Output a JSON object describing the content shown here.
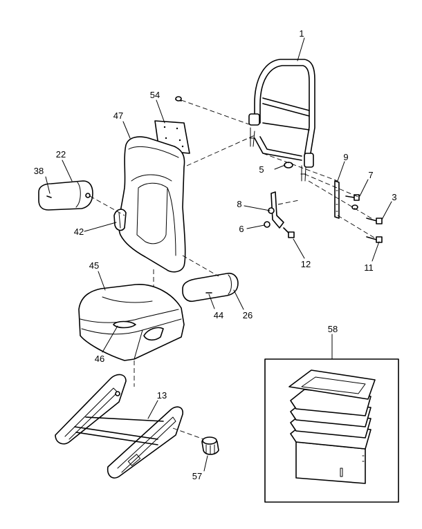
{
  "callouts": {
    "c1": "1",
    "c3": "3",
    "c5": "5",
    "c6": "6",
    "c7": "7",
    "c8": "8",
    "c9": "9",
    "c11": "11",
    "c12": "12",
    "c13": "13",
    "c22": "22",
    "c26": "26",
    "c38": "38",
    "c42": "42",
    "c44": "44",
    "c45": "45",
    "c46": "46",
    "c47": "47",
    "c54": "54",
    "c57": "57",
    "c58": "58"
  },
  "parts": [
    {
      "callout": "1",
      "part": "seat-belt-frame"
    },
    {
      "callout": "3",
      "part": "bolt"
    },
    {
      "callout": "5",
      "part": "bushing"
    },
    {
      "callout": "6",
      "part": "nut"
    },
    {
      "callout": "7",
      "part": "bolt"
    },
    {
      "callout": "8",
      "part": "bracket"
    },
    {
      "callout": "9",
      "part": "mounting-plate"
    },
    {
      "callout": "11",
      "part": "bolt"
    },
    {
      "callout": "12",
      "part": "bolt"
    },
    {
      "callout": "13",
      "part": "seat-frame"
    },
    {
      "callout": "22",
      "part": "left-armrest"
    },
    {
      "callout": "26",
      "part": "right-armrest"
    },
    {
      "callout": "38",
      "part": "armrest-cap"
    },
    {
      "callout": "42",
      "part": "recline-handle"
    },
    {
      "callout": "44",
      "part": "armrest-cap"
    },
    {
      "callout": "45",
      "part": "seat-cushion"
    },
    {
      "callout": "46",
      "part": "adjust-handle"
    },
    {
      "callout": "47",
      "part": "backrest"
    },
    {
      "callout": "54",
      "part": "back-panel"
    },
    {
      "callout": "57",
      "part": "knob"
    },
    {
      "callout": "58",
      "part": "bellows-boot"
    }
  ]
}
